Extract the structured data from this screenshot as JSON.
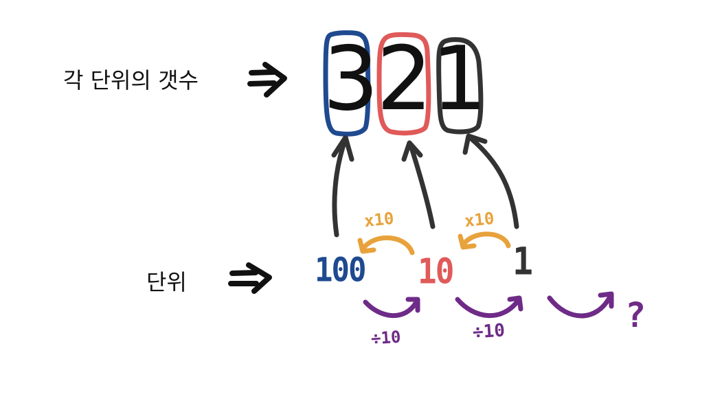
{
  "labels": {
    "count_per_unit": "각 단위의 갯수",
    "unit": "단위"
  },
  "number": {
    "hundreds": "3",
    "tens": "2",
    "ones": "1"
  },
  "units": {
    "hundred": "100",
    "ten": "10",
    "one": "1"
  },
  "operations": {
    "multiply_ten_left": "x10",
    "multiply_ten_right": "x10",
    "divide_ten_left": "÷10",
    "divide_ten_right": "÷10",
    "unknown": "?"
  },
  "colors": {
    "hundreds": "#1f4a8f",
    "tens": "#e05a5a",
    "ones": "#333333",
    "multiply": "#e8a23c",
    "divide": "#6e2b87",
    "ink": "#111111"
  }
}
